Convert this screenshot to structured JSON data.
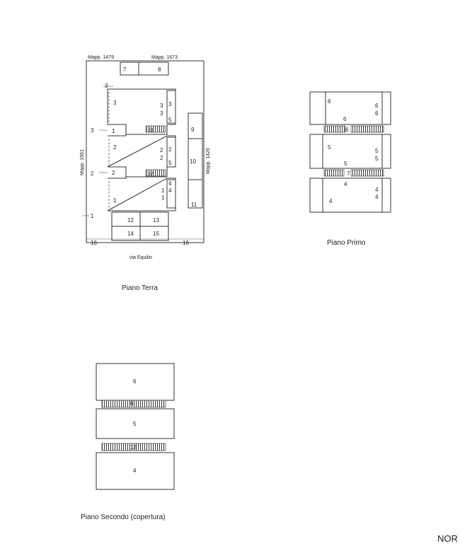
{
  "captions": {
    "ground_floor": "Piano Terra",
    "first_floor": "Piano Primo",
    "second_floor": "Piano Secondo (copertura)",
    "street": "via Equilio",
    "corner_text": "NOR"
  },
  "parcels": {
    "top_left": "Mapp. 1479",
    "top_right": "Mapp. 1673",
    "left": "Mapp. 1661",
    "right": "Mapp. 1426"
  },
  "ground_labels": {
    "l7": "7",
    "l8": "8",
    "l3a": "3",
    "l3b": "3",
    "l3c": "3",
    "l3d": "3",
    "l3e": "3",
    "l3f": "3",
    "l5a": "5",
    "l5b": "5",
    "l9": "9",
    "l10": "10",
    "l11": "11",
    "l2a": "2",
    "l2b": "2",
    "l2c": "2",
    "l2d": "2",
    "l2e": "2",
    "l2f": "2",
    "l4a": "4",
    "l4b": "4",
    "l1a": "1",
    "l1b": "1",
    "l1c": "1",
    "l1d": "1",
    "l1e": "1",
    "l12": "12",
    "l13": "13",
    "l14": "14",
    "l15": "15",
    "l16a": "16",
    "l16b": "16",
    "m19": "19",
    "m17": "17"
  },
  "first_labels": {
    "l6a": "6",
    "l6b": "6",
    "l6c": "6",
    "l6d": "6",
    "l6e": "6",
    "l5a": "5",
    "l5b": "5",
    "l5c": "5",
    "l5d": "5",
    "l7": "7",
    "l4a": "4",
    "l4b": "4",
    "l4c": "4",
    "l4d": "4"
  },
  "second_labels": {
    "l6": "6",
    "l6s": "6",
    "l5": "5",
    "l17": "17",
    "l4": "4"
  }
}
